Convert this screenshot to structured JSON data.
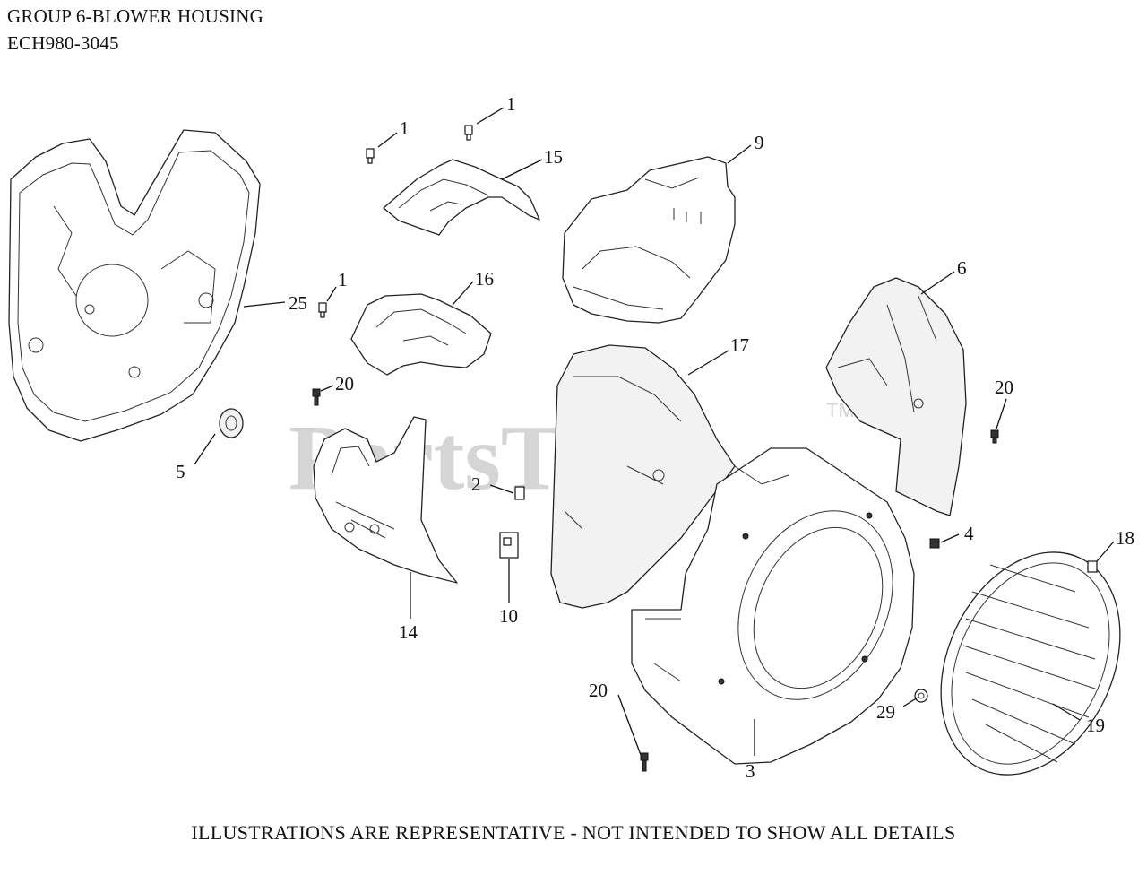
{
  "header": {
    "title_line1": "GROUP 6-BLOWER HOUSING",
    "title_line2": "ECH980-3045"
  },
  "watermark": {
    "text": "PartsTree",
    "tm": "TM"
  },
  "footer": {
    "note": "ILLUSTRATIONS ARE REPRESENTATIVE - NOT INTENDED TO SHOW ALL DETAILS"
  },
  "callouts": {
    "c1a": "1",
    "c1b": "1",
    "c1c": "1",
    "c15": "15",
    "c9": "9",
    "c25": "25",
    "c16": "16",
    "c6": "6",
    "c17": "17",
    "c20a": "20",
    "c20b": "20",
    "c20c": "20",
    "c5": "5",
    "c2": "2",
    "c4": "4",
    "c18": "18",
    "c10": "10",
    "c14": "14",
    "c29": "29",
    "c19": "19",
    "c3": "3"
  }
}
